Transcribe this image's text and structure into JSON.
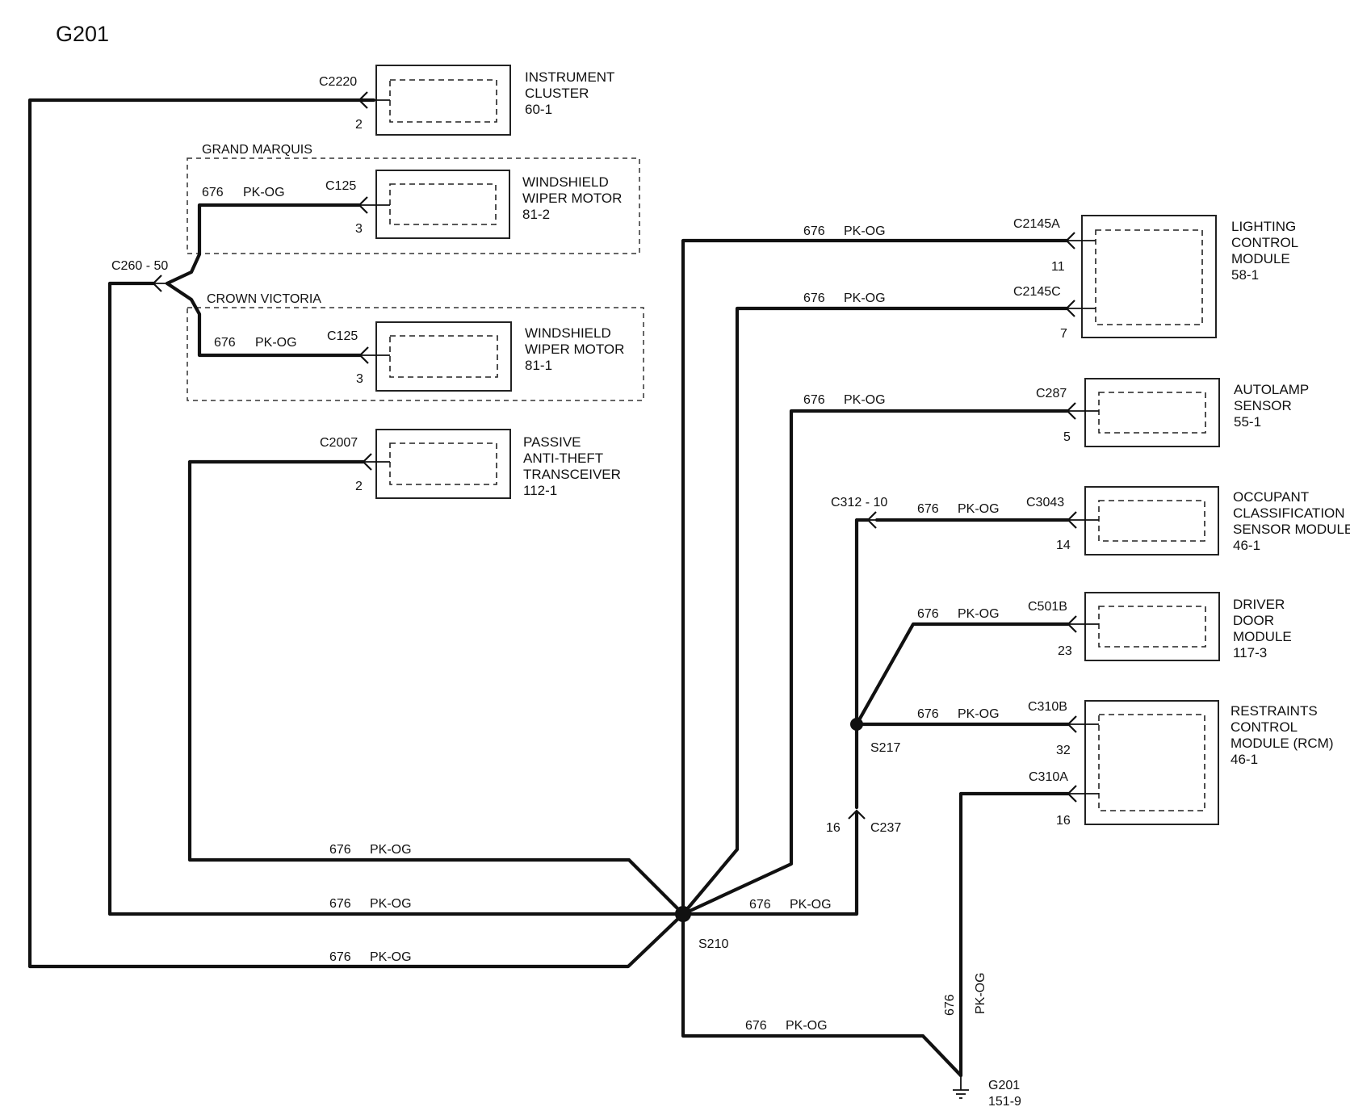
{
  "title": "G201",
  "wire": {
    "circuit": "676",
    "color": "PK-OG"
  },
  "modules": {
    "instrument_cluster": {
      "name": [
        "INSTRUMENT",
        "CLUSTER"
      ],
      "ref": "60-1",
      "connector": "C2220",
      "pin": "2"
    },
    "wiper_motor_gm": {
      "name": [
        "WINDSHIELD",
        "WIPER MOTOR"
      ],
      "ref": "81-2",
      "connector": "C125",
      "pin": "3"
    },
    "wiper_motor_cv": {
      "name": [
        "WINDSHIELD",
        "WIPER  MOTOR"
      ],
      "ref": "81-1",
      "connector": "C125",
      "pin": "3"
    },
    "pats_transceiver": {
      "name": [
        "PASSIVE",
        "ANTI-THEFT",
        "TRANSCEIVER"
      ],
      "ref": "112-1",
      "connector": "C2007",
      "pin": "2"
    },
    "lighting_control": {
      "name": [
        "LIGHTING",
        "CONTROL",
        "MODULE"
      ],
      "ref": "58-1",
      "connectors": [
        "C2145A",
        "C2145C"
      ],
      "pins": [
        "11",
        "7"
      ]
    },
    "autolamp_sensor": {
      "name": [
        "AUTOLAMP",
        "SENSOR"
      ],
      "ref": "55-1",
      "connector": "C287",
      "pin": "5"
    },
    "occupant_classification": {
      "name": [
        "OCCUPANT",
        "CLASSIFICATION",
        "SENSOR MODULE"
      ],
      "ref": "46-1",
      "connector": "C3043",
      "pin": "14"
    },
    "driver_door": {
      "name": [
        "DRIVER",
        "DOOR",
        "MODULE"
      ],
      "ref": "117-3",
      "connector": "C501B",
      "pin": "23"
    },
    "restraints_control": {
      "name": [
        "RESTRAINTS",
        "CONTROL",
        "MODULE (RCM)"
      ],
      "ref": "46-1",
      "connectors": [
        "C310B",
        "C310A"
      ],
      "pins": [
        "32",
        "16"
      ]
    }
  },
  "option_groups": {
    "grand_marquis": "GRAND MARQUIS",
    "crown_victoria": "CROWN VICTORIA"
  },
  "inline_connectors": {
    "c260": "C260  -  50",
    "c312": "C312  -  10",
    "c237": {
      "name": "C237",
      "pin": "16"
    }
  },
  "splices": {
    "s210": "S210",
    "s217": "S217"
  },
  "ground": {
    "name": "G201",
    "ref": "151-9"
  }
}
